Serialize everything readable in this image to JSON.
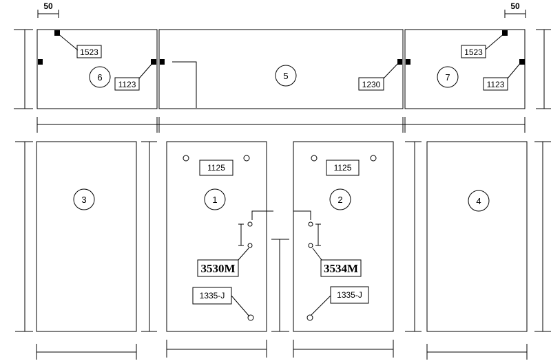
{
  "dimensions": {
    "left_offset": "50",
    "right_offset": "50"
  },
  "panels": {
    "p1": {
      "number": "1",
      "code_top": "1125",
      "code_bold": "3530M",
      "code_bottom": "1335-J"
    },
    "p2": {
      "number": "2",
      "code_top": "1125",
      "code_bold": "3534M",
      "code_bottom": "1335-J"
    },
    "p3": {
      "number": "3"
    },
    "p4": {
      "number": "4"
    },
    "p5": {
      "number": "5",
      "code": "1230"
    },
    "p6": {
      "number": "6",
      "code_a": "1523",
      "code_b": "1123"
    },
    "p7": {
      "number": "7",
      "code_a": "1523",
      "code_b": "1123"
    }
  }
}
